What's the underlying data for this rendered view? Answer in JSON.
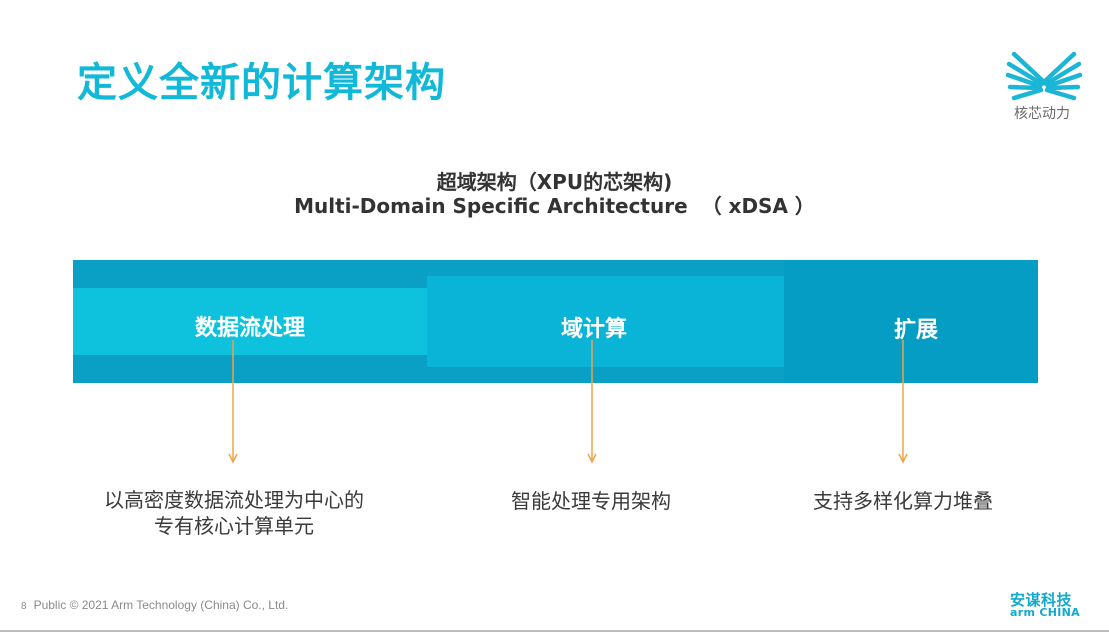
{
  "slide": {
    "title": "定义全新的计算架构",
    "page_number": "8",
    "footer_text": "Public © 2021 Arm Technology (China) Co., Ltd."
  },
  "logo": {
    "caption": "核芯动力",
    "accent_color": "#1bb6d6"
  },
  "heading": {
    "line1": "超域架构（XPU的芯架构)",
    "line2": "Multi-Domain Specific Architecture  （ xDSA ）"
  },
  "pillars": [
    {
      "label": "数据流处理",
      "description_lines": [
        "以高密度数据流处理为中心的",
        "专有核心计算单元"
      ]
    },
    {
      "label": "域计算",
      "description_lines": [
        "智能处理专用架构"
      ]
    },
    {
      "label": "扩展",
      "description_lines": [
        "支持多样化算力堆叠"
      ]
    }
  ],
  "brand": {
    "cn": "安谋科技",
    "en": "arm CHINA"
  },
  "colors": {
    "title": "#12b8d8",
    "band_dark": "#0a9fc4",
    "band_light": "#0ec2de",
    "band_mid": "#0ab4d6",
    "arrow": "#f0a24a",
    "brand": "#12a9cf"
  }
}
